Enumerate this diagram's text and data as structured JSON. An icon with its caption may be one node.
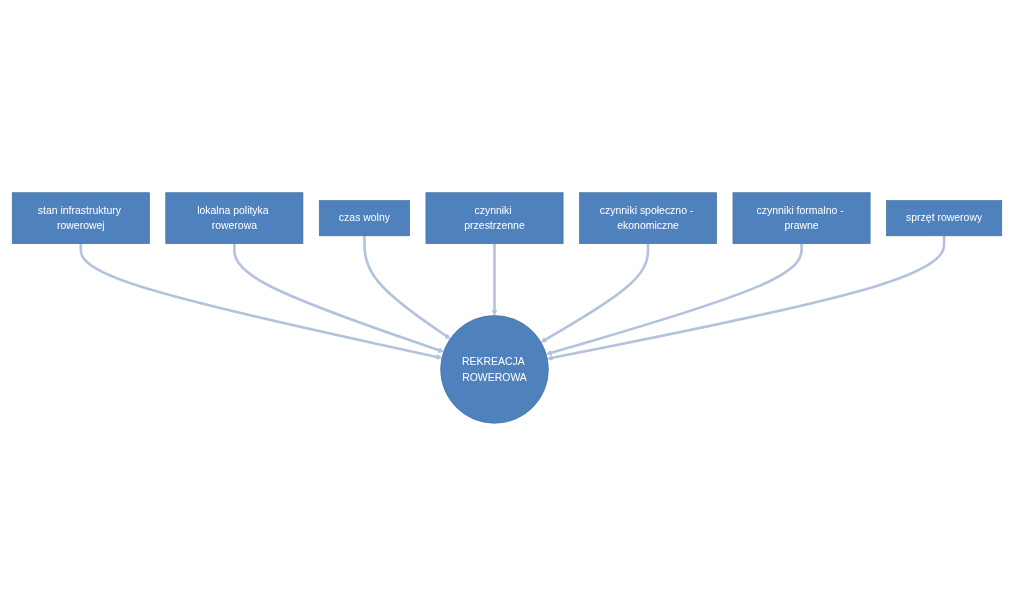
{
  "diagram": {
    "nodes": [
      {
        "text": [
          "stan infrastruktury rowerowej"
        ]
      },
      {
        "text": [
          "lokalna polityka rowerowa"
        ]
      },
      {
        "text": [
          "czas wolny"
        ]
      },
      {
        "text": [
          "czynniki przestrzenne"
        ]
      },
      {
        "text": [
          "czynniki społeczno - ekonomiczne"
        ]
      },
      {
        "text": [
          "czynniki formalno - prawne"
        ]
      },
      {
        "text": [
          "sprzęt rowerowy"
        ]
      },
      {
        "text": [
          "REKREACJA ROWEROWA"
        ]
      }
    ],
    "edges": [
      {
        "from": 0,
        "to": 7,
        "arrow": "to"
      },
      {
        "from": 1,
        "to": 7,
        "arrow": "to"
      },
      {
        "from": 2,
        "to": 7,
        "arrow": "to"
      },
      {
        "from": 3,
        "to": 7,
        "arrow": "to"
      },
      {
        "from": 4,
        "to": 7,
        "arrow": "to"
      },
      {
        "from": 5,
        "to": 7,
        "arrow": "to"
      },
      {
        "from": 6,
        "to": 7,
        "arrow": "to"
      }
    ]
  }
}
